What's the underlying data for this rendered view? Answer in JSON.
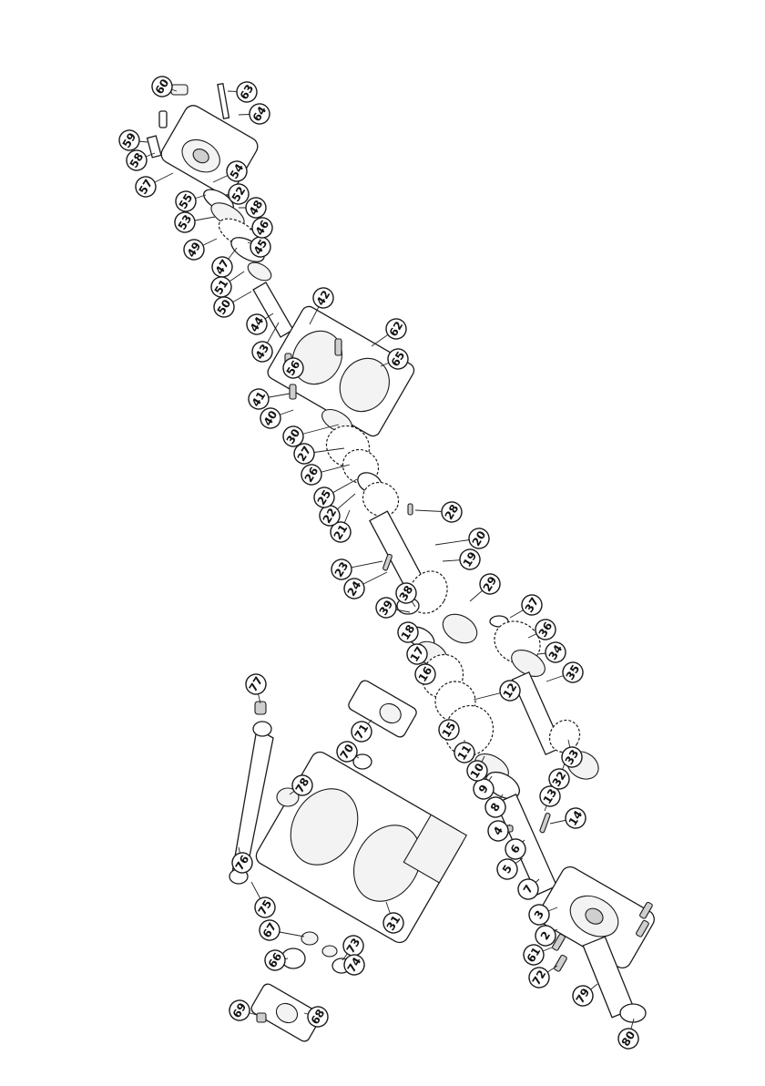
{
  "diagram": {
    "callouts": [
      "2",
      "3",
      "4",
      "5",
      "6",
      "7",
      "8",
      "9",
      "10",
      "11",
      "12",
      "13",
      "14",
      "15",
      "16",
      "17",
      "18",
      "19",
      "20",
      "21",
      "22",
      "23",
      "24",
      "25",
      "26",
      "27",
      "28",
      "29",
      "30",
      "31",
      "32",
      "33",
      "34",
      "35",
      "36",
      "37",
      "38",
      "39",
      "40",
      "41",
      "42",
      "43",
      "44",
      "45",
      "46",
      "47",
      "48",
      "49",
      "50",
      "51",
      "52",
      "53",
      "54",
      "55",
      "56",
      "57",
      "58",
      "59",
      "60",
      "61",
      "62",
      "63",
      "64",
      "65",
      "66",
      "67",
      "68",
      "69",
      "70",
      "71",
      "72",
      "73",
      "74",
      "75",
      "76",
      "77",
      "78",
      "79",
      "80"
    ]
  }
}
